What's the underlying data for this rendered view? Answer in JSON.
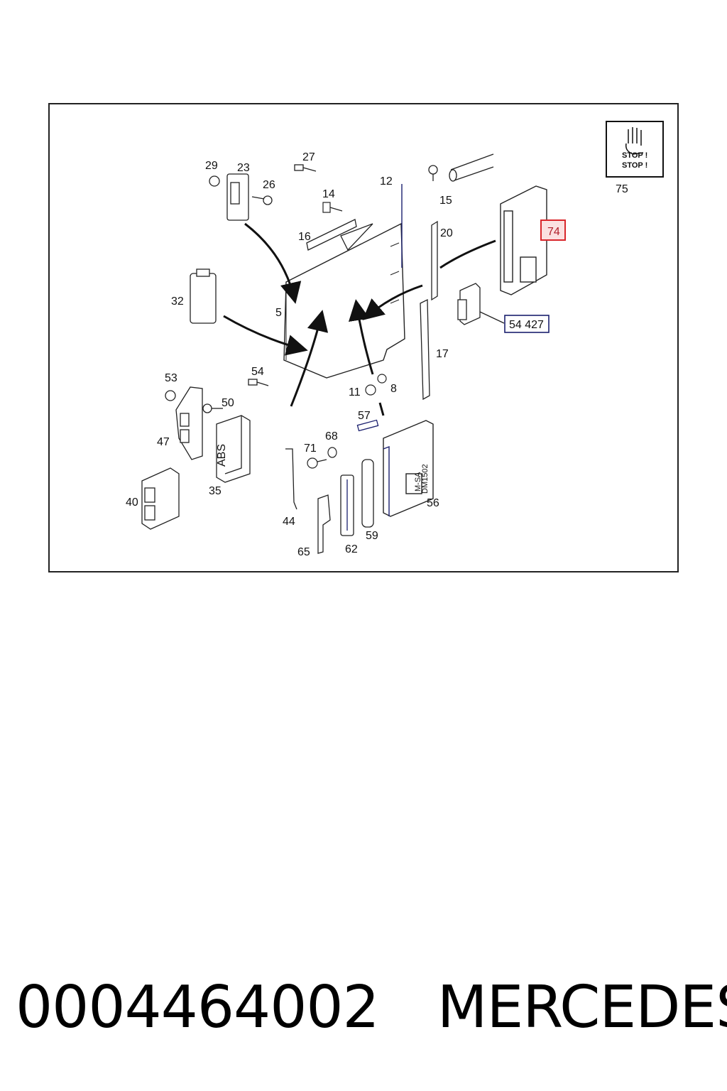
{
  "diagram": {
    "labels": {
      "p5": "5",
      "p8": "8",
      "p11": "11",
      "p12": "12",
      "p14": "14",
      "p15": "15",
      "p16": "16",
      "p17": "17",
      "p20": "20",
      "p23": "23",
      "p26": "26",
      "p27": "27",
      "p29": "29",
      "p32": "32",
      "p35": "35",
      "p40": "40",
      "p44": "44",
      "p47": "47",
      "p50": "50",
      "p53": "53",
      "p54": "54",
      "p56": "56",
      "p57": "57",
      "p59": "59",
      "p62": "62",
      "p65": "65",
      "p68": "68",
      "p71": "71",
      "p74": "74",
      "p75": "75"
    },
    "ref_box": "54 427",
    "highlight_color": "#d9262b",
    "ref_box_color": "#1a1f6e",
    "abs_text": "ABS",
    "ecu_text_1": "M-SA",
    "ecu_text_2": "DM1502",
    "stop_line_1": "STOP !",
    "stop_line_2": "STOP !"
  },
  "footer": {
    "part_number": "0004464002",
    "brand": "MERCEDES"
  }
}
